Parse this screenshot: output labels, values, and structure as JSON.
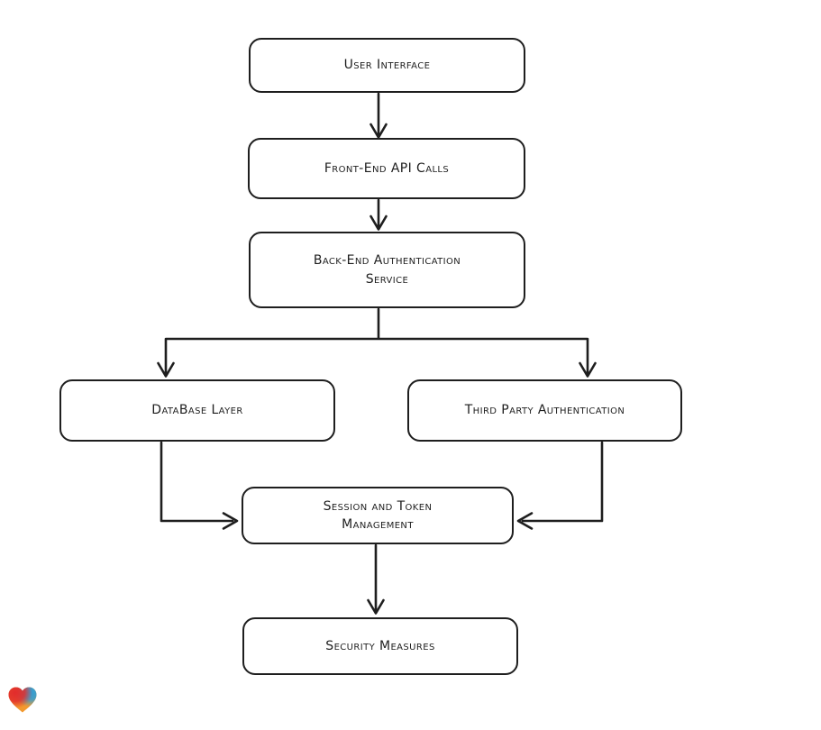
{
  "diagram": {
    "background_color": "#ffffff",
    "stroke_color": "#1e1e1e",
    "node_fill_color": "#ffffff",
    "nodes": [
      {
        "id": "user-interface",
        "label": "User Interface"
      },
      {
        "id": "front-end-api-calls",
        "label": "Front-End API Calls"
      },
      {
        "id": "back-end-auth-service",
        "label": "Back-End Authentication\nService"
      },
      {
        "id": "database-layer",
        "label": "DataBase Layer"
      },
      {
        "id": "third-party-authentication",
        "label": "Third Party Authentication"
      },
      {
        "id": "session-token-management",
        "label": "Session and Token\nManagement"
      },
      {
        "id": "security-measures",
        "label": "Security Measures"
      }
    ],
    "edges": [
      {
        "from": "user-interface",
        "to": "front-end-api-calls"
      },
      {
        "from": "front-end-api-calls",
        "to": "back-end-auth-service"
      },
      {
        "from": "back-end-auth-service",
        "to": "database-layer"
      },
      {
        "from": "back-end-auth-service",
        "to": "third-party-authentication"
      },
      {
        "from": "database-layer",
        "to": "session-token-management"
      },
      {
        "from": "third-party-authentication",
        "to": "session-token-management"
      },
      {
        "from": "session-token-management",
        "to": "security-measures"
      }
    ],
    "logo": {
      "name": "gradient-heart-logo",
      "colors": {
        "red": "#e22c2c",
        "blue": "#2e9fd8",
        "orange": "#f2992e"
      }
    }
  }
}
